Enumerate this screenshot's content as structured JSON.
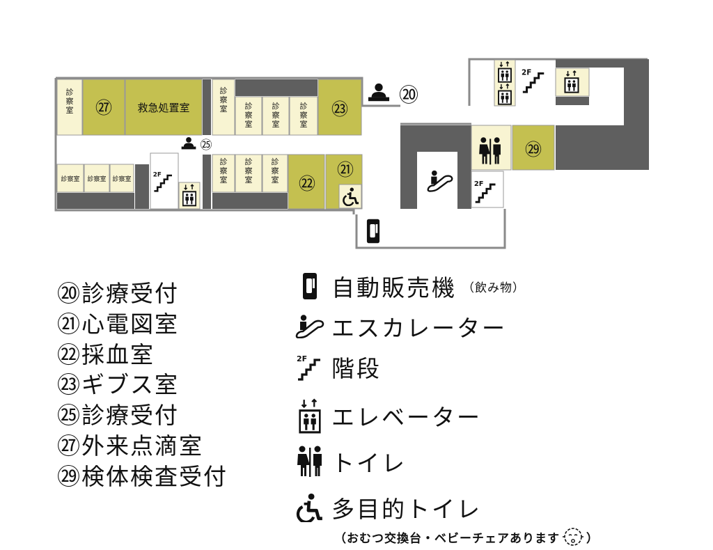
{
  "colors": {
    "room_fill": "#f8f4d2",
    "highlight_fill": "#c4c050",
    "wall": "#5f5f5f",
    "outline": "#8a8a8a"
  },
  "map": {
    "rooms": {
      "shinsatsu_vertical": "診\n察\n室",
      "shinsatsu_inline": "診察室",
      "kyukyu": "救急処置室"
    },
    "numbers": {
      "n20": "⑳",
      "n21": "㉑",
      "n22": "㉒",
      "n23": "㉓",
      "n25": "㉕",
      "n27": "㉗",
      "n29": "㉙"
    },
    "stairs_label": "2F"
  },
  "legend_left": [
    "⑳診療受付",
    "㉑心電図室",
    "㉒採血室",
    "㉓ギブス室",
    "㉕診療受付",
    "㉗外来点滴室",
    "㉙検体検査受付"
  ],
  "legend_right": {
    "vending": {
      "icon": "vending-machine-icon",
      "label": "自動販売機",
      "note": "（飲み物）"
    },
    "escalator": {
      "icon": "escalator-icon",
      "label": "エスカレーター"
    },
    "stairs": {
      "icon": "stairs-icon",
      "label": "階段",
      "icon_text": "2F"
    },
    "elevator": {
      "icon": "elevator-icon",
      "label": "エレベーター"
    },
    "toilet": {
      "icon": "toilet-icon",
      "label": "トイレ"
    },
    "accessible": {
      "icon": "accessible-toilet-icon",
      "label": "多目的トイレ",
      "note_open": "（おむつ交換台・ベビーチェアあります",
      "note_close": "）"
    }
  }
}
